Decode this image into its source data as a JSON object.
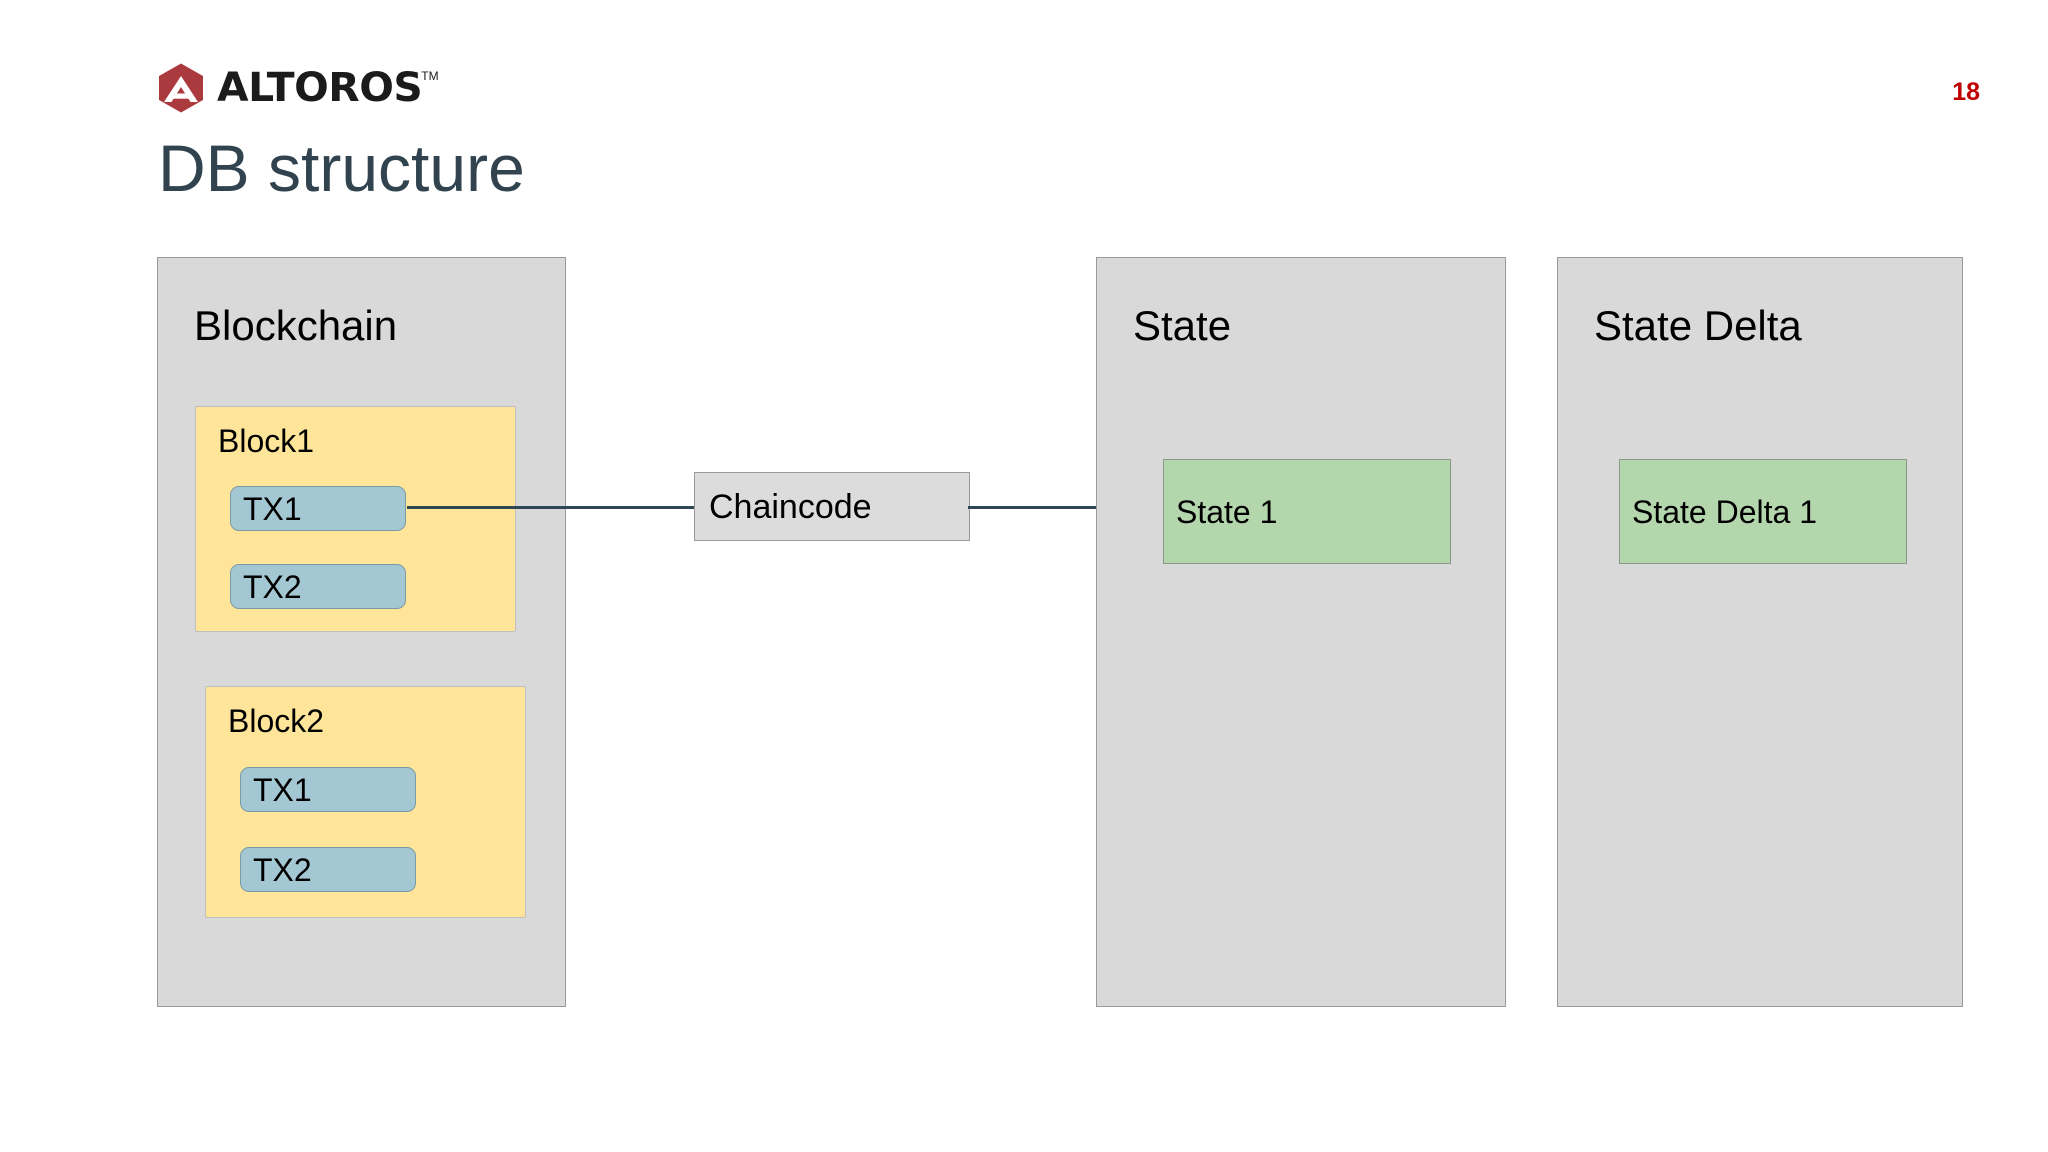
{
  "slide": {
    "title": "DB structure",
    "page_number": "18",
    "background_color": "#ffffff",
    "title_color": "#31434f",
    "page_number_color": "#c00000"
  },
  "brand": {
    "name": "ALTOROS",
    "trademark": "TM",
    "mark_icon": "altoros-hexagon-logo-icon",
    "mark_color": "#ab3a3f",
    "word_color": "#1b1b1b"
  },
  "diagram": {
    "type": "flow",
    "panel_fill": "#d9d9d9",
    "panel_border": "#9a9a9a",
    "block_fill": "#ffe599",
    "tx_fill": "#a4c8d3",
    "state_fill": "#b3d6ad",
    "connector_color": "#2f4654",
    "panels": [
      {
        "id": "blockchain",
        "title": "Blockchain",
        "blocks": [
          {
            "id": "block-1",
            "label": "Block1",
            "transactions": [
              {
                "label": "TX1"
              },
              {
                "label": "TX2"
              }
            ]
          },
          {
            "id": "block-2",
            "label": "Block2",
            "transactions": [
              {
                "label": "TX1"
              },
              {
                "label": "TX2"
              }
            ]
          }
        ]
      },
      {
        "id": "state",
        "title": "State",
        "items": [
          {
            "label": "State 1"
          }
        ]
      },
      {
        "id": "state-delta",
        "title": "State Delta",
        "items": [
          {
            "label": "State Delta 1"
          }
        ]
      }
    ],
    "node": {
      "id": "chaincode",
      "label": "Chaincode"
    },
    "connections": [
      {
        "from": "block-1.TX1",
        "to": "chaincode"
      },
      {
        "from": "chaincode",
        "to": "state-1"
      }
    ]
  }
}
